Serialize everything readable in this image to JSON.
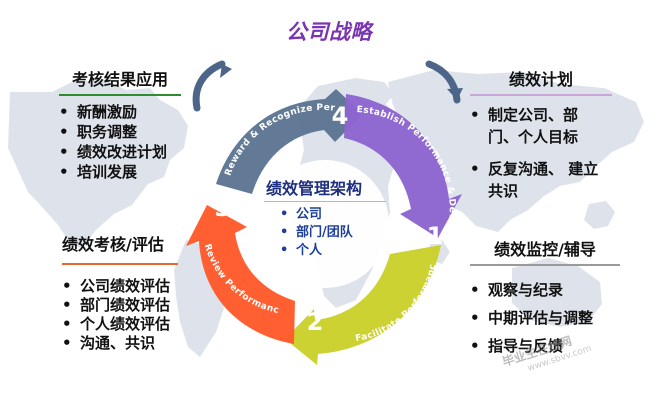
{
  "title": "公司战略",
  "left_top": {
    "title": "考核结果应用",
    "items": [
      "新酬激励",
      "职务调整",
      "绩效改进计划",
      "培训发展"
    ]
  },
  "left_bottom": {
    "title": "绩效考核/评估",
    "items": [
      "公司绩效评估",
      "部门绩效评估",
      "个人绩效评估",
      "沟通、共识"
    ]
  },
  "right_top": {
    "title": "绩效计划",
    "items": [
      "制定公司、部门、个人目标",
      "反复沟通、 建立共识"
    ]
  },
  "right_bottom": {
    "title": "绩效监控/辅导",
    "items": [
      "观察与纪录",
      "中期评估与调整",
      "指导与反馈"
    ]
  },
  "center": {
    "title": "绩效管理架构",
    "items": [
      "公司",
      "部门/团队",
      "个人"
    ]
  },
  "cycle": {
    "steps": [
      {
        "number": "1",
        "label": "Establish Performance & Development Plan",
        "color": "#8d65cf"
      },
      {
        "number": "2",
        "label": "Facilitate Performance",
        "color": "#c9d12a"
      },
      {
        "number": "3",
        "label": "Review Performance",
        "color": "#ff5a2a"
      },
      {
        "number": "4",
        "label": "Reward & Recognize Performance",
        "color": "#5b7391"
      }
    ],
    "colors": {
      "number_text": "#ffffff",
      "center_title": "#1f2f80",
      "center_items": "#1d3f99"
    }
  },
  "watermark": {
    "text": "毕业生在线网",
    "url": "www.sbvv.com"
  }
}
